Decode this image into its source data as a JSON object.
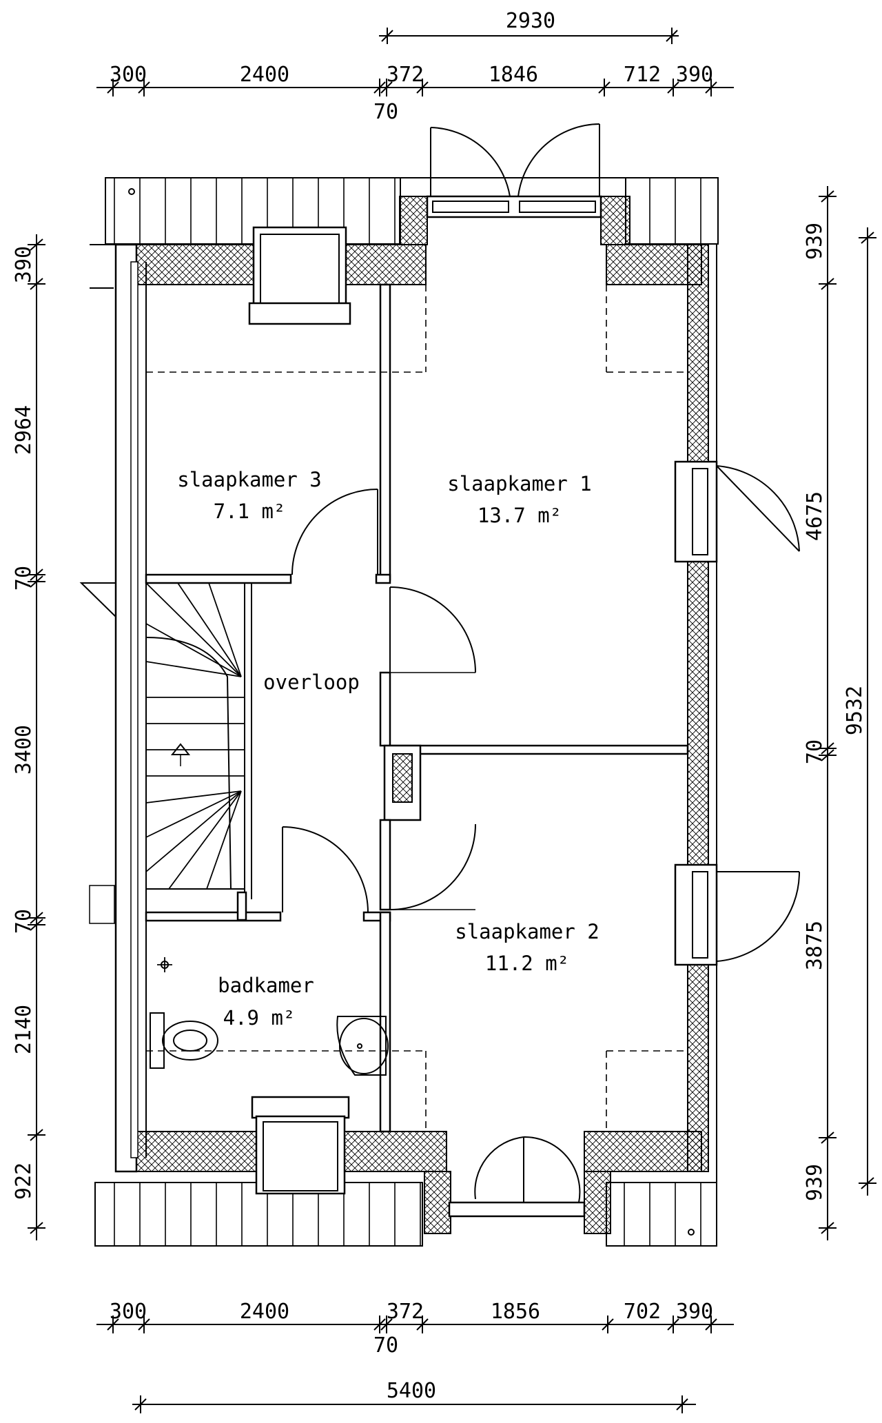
{
  "rooms": {
    "slaapkamer3": {
      "name": "slaapkamer 3",
      "area": "7.1 m²"
    },
    "slaapkamer1": {
      "name": "slaapkamer 1",
      "area": "13.7 m²"
    },
    "overloop": {
      "name": "overloop"
    },
    "slaapkamer2": {
      "name": "slaapkamer 2",
      "area": "11.2 m²"
    },
    "badkamer": {
      "name": "badkamer",
      "area": "4.9 m²"
    }
  },
  "dims_top": {
    "overall": "2930",
    "segments": [
      "300",
      "2400",
      "372",
      "1846",
      "712",
      "390"
    ],
    "sub": "70"
  },
  "dims_bottom": {
    "segments": [
      "300",
      "2400",
      "372",
      "1856",
      "702",
      "390"
    ],
    "sub": "70",
    "overall": "5400"
  },
  "dims_left": [
    "390",
    "2964",
    "70",
    "3400",
    "70",
    "2140",
    "922"
  ],
  "dims_right": {
    "segments": [
      "939",
      "4675",
      "70",
      "3875",
      "939"
    ],
    "overall": "9532"
  }
}
